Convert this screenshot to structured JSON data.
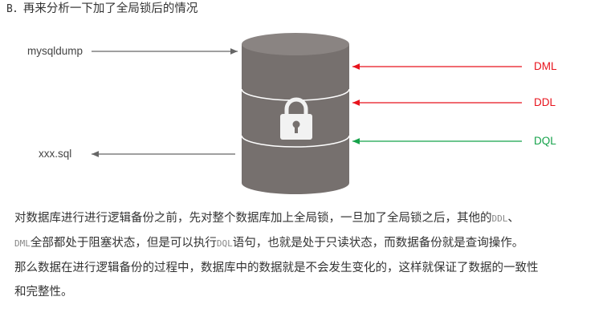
{
  "heading": {
    "prefix": "B．",
    "text": "再来分析一下加了全局锁后的情况"
  },
  "diagram": {
    "left_labels": {
      "top": "mysqldump",
      "bottom": "xxx.sql"
    },
    "right_labels": {
      "dml": "DML",
      "ddl": "DDL",
      "dql": "DQL"
    },
    "colors": {
      "gray_arrow": "#666666",
      "blocked": "#e8131c",
      "allowed": "#15a24a",
      "cylinder": "#76706e",
      "cylinder_top": "#8a8482",
      "lock": "#f2f2f2"
    },
    "icon": "lock-icon"
  },
  "paragraph": {
    "l1_a": "对数据库进行进行逻辑备份之前，先对整个数据库加上全局锁，一旦加了全局锁之后，其他的",
    "l1_code": "DDL",
    "l1_b": "、",
    "l2_code1": "DML",
    "l2_a": "全部都处于阻塞状态，但是可以执行",
    "l2_code2": "DQL",
    "l2_b": "语句，也就是处于只读状态，而数据备份就是查询操作。",
    "l3": "那么数据在进行逻辑备份的过程中，数据库中的数据就是不会发生变化的，这样就保证了数据的一致性",
    "l4": "和完整性。"
  }
}
